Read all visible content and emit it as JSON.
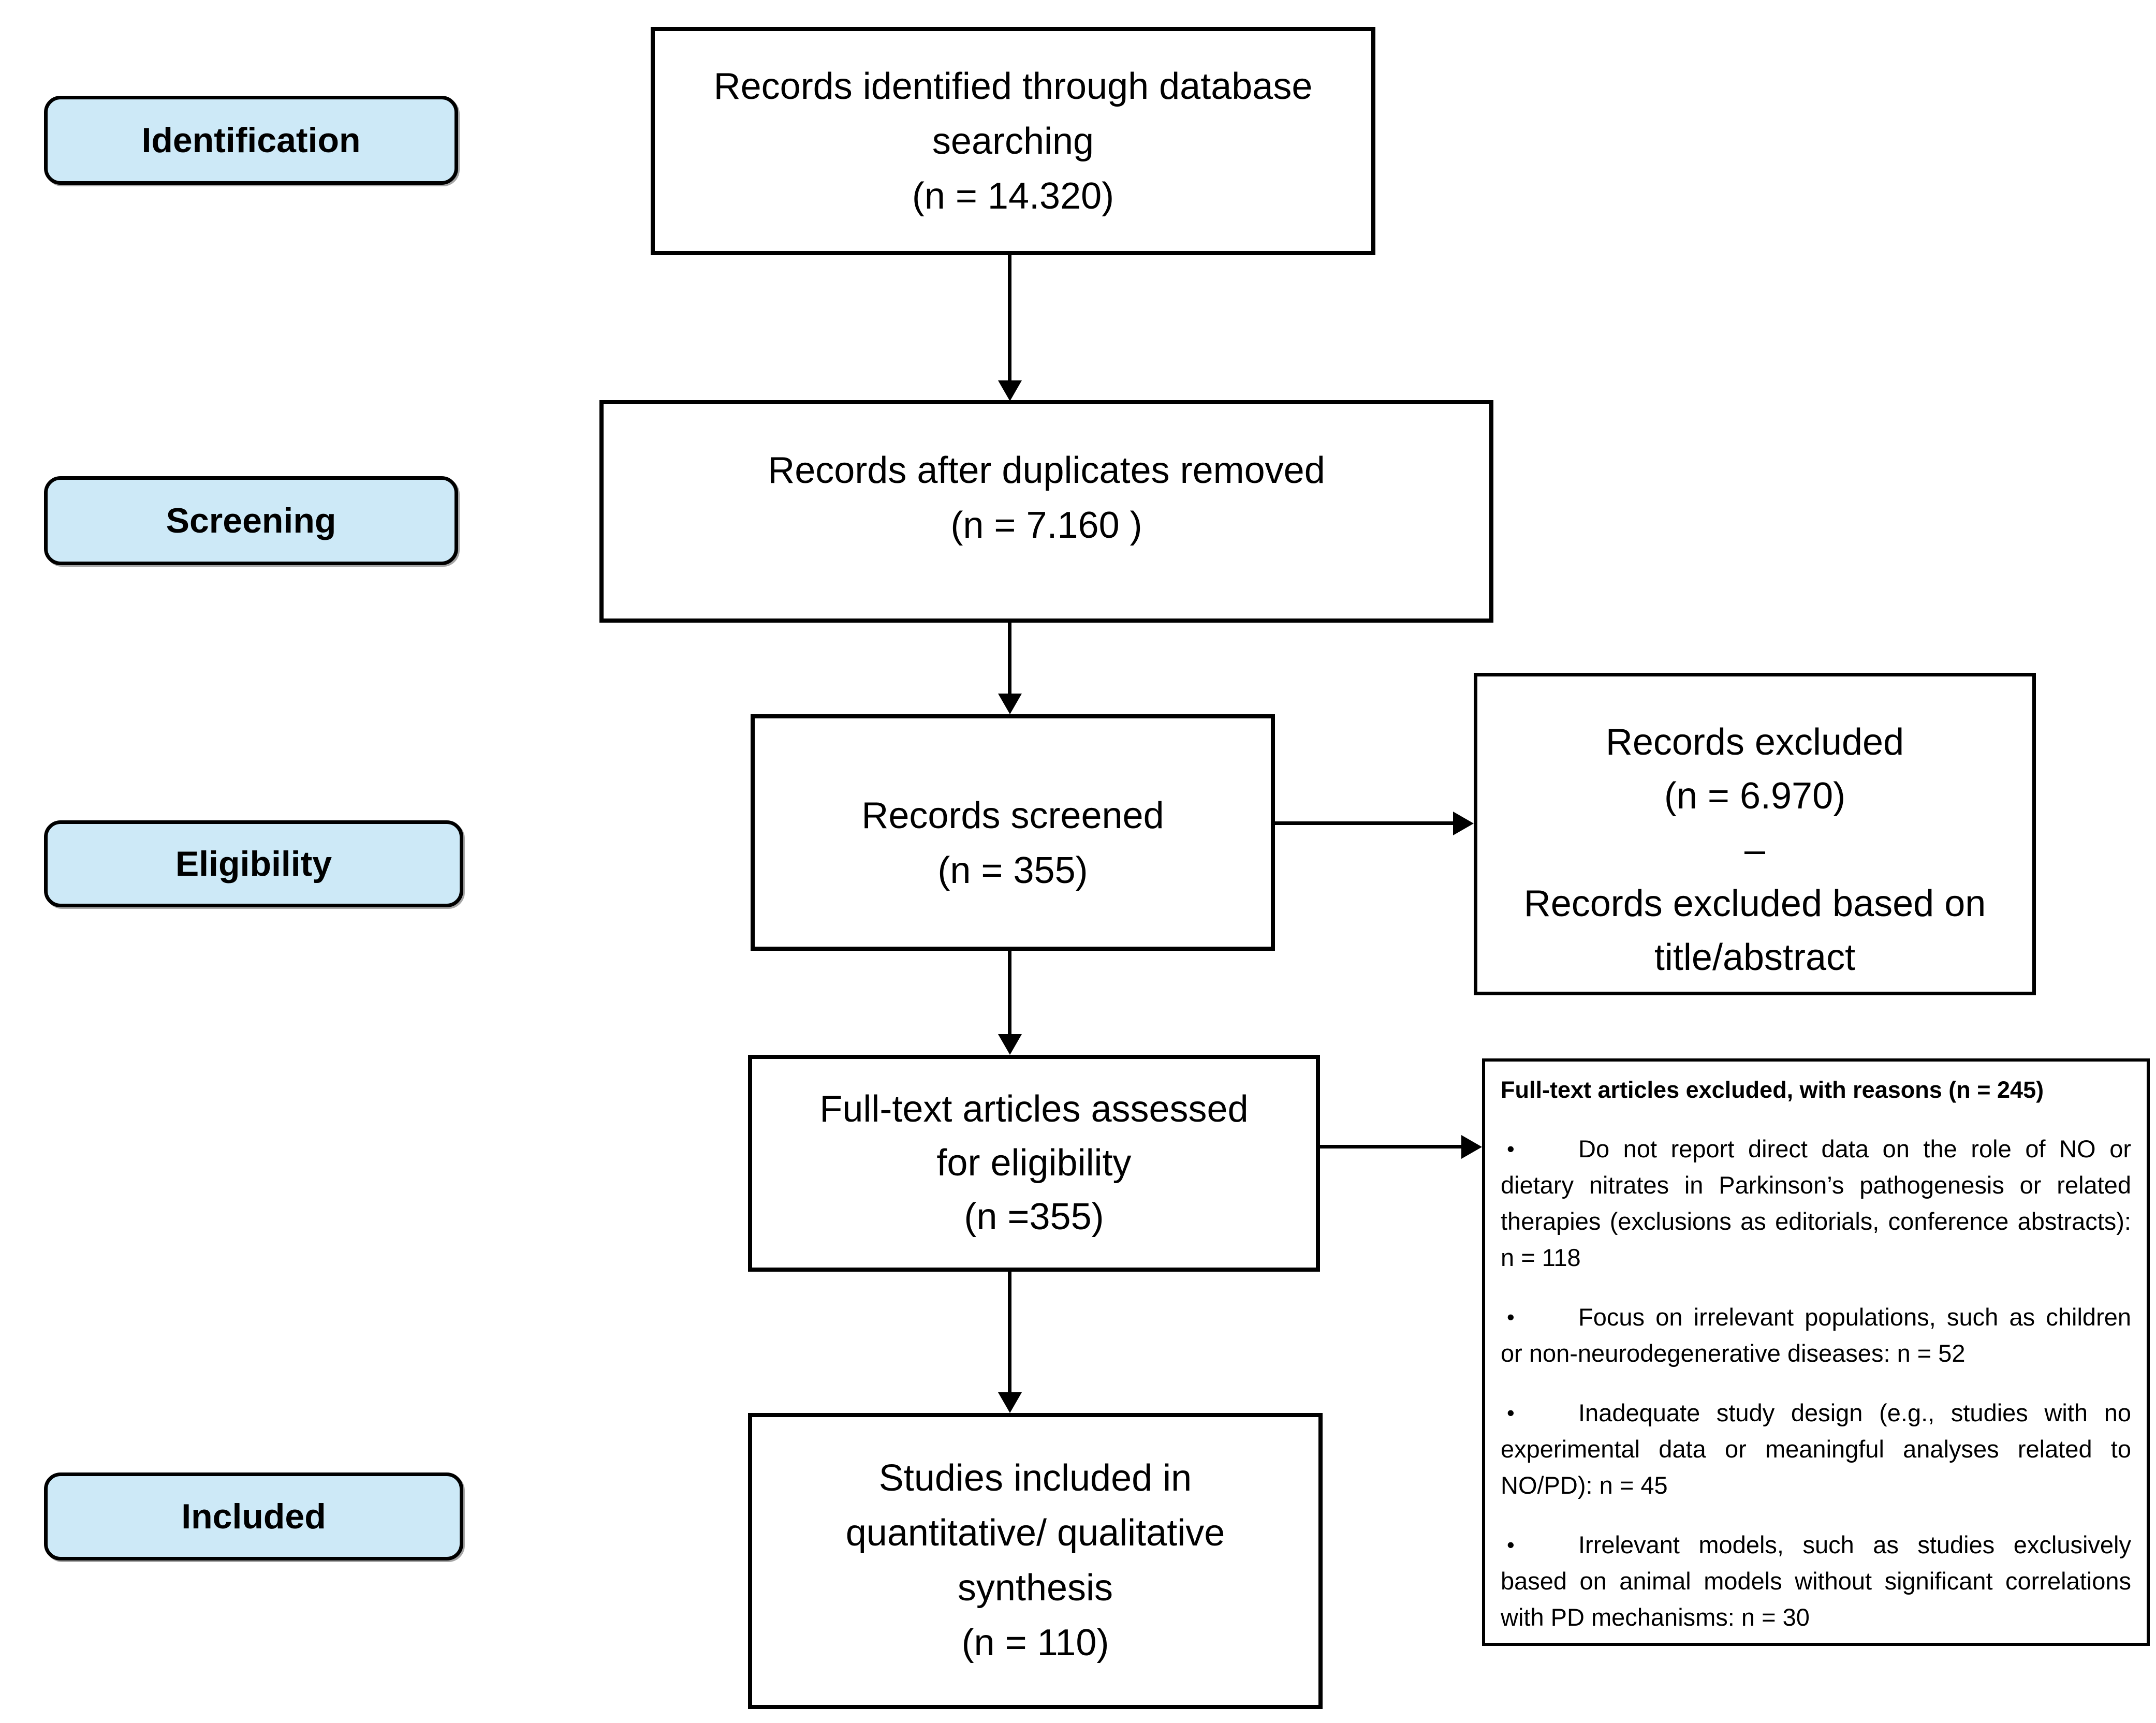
{
  "figure": {
    "type": "prisma-flow-diagram",
    "colors": {
      "stage_fill": "#cde9f7",
      "box_fill": "#ffffff",
      "border": "#000000"
    }
  },
  "stages": {
    "identification": "Identification",
    "screening": "Screening",
    "eligibility": "Eligibility",
    "included": "Included"
  },
  "flow": {
    "identified": {
      "lines": [
        "Records identified through database",
        "searching",
        "(n = 14.320)"
      ]
    },
    "deduplicated": {
      "lines": [
        "Records after duplicates removed",
        "(n = 7.160 )"
      ]
    },
    "screened": {
      "lines": [
        "Records screened",
        "(n = 355)"
      ]
    },
    "fulltext_assessed": {
      "lines": [
        "Full-text articles assessed",
        "for eligibility",
        "(n =355)"
      ]
    },
    "included_studies": {
      "lines": [
        "Studies included in",
        "quantitative/ qualitative",
        "synthesis",
        "(n = 110)"
      ]
    }
  },
  "exclusions": {
    "records_excluded": {
      "lines": [
        "Records excluded",
        "(n = 6.970)",
        "–",
        "Records excluded based on",
        "title/abstract"
      ]
    },
    "fulltext_excluded": {
      "title": "Full-text articles excluded, with reasons (n = 245)",
      "bullet_char": "•",
      "reasons": [
        "Do not report direct data on the role of NO or dietary nitrates in Parkinson’s pathogenesis or related therapies (exclusions as editorials, conference abstracts): n = 118",
        "Focus on irrelevant populations, such as children or non-neurodegenerative diseases: n = 52",
        "Inadequate study design (e.g., studies with no experimental data or meaningful analyses related to NO/PD): n = 45",
        "Irrelevant models, such as studies exclusively based on animal models without significant correlations with PD mechanisms: n = 30"
      ]
    }
  }
}
